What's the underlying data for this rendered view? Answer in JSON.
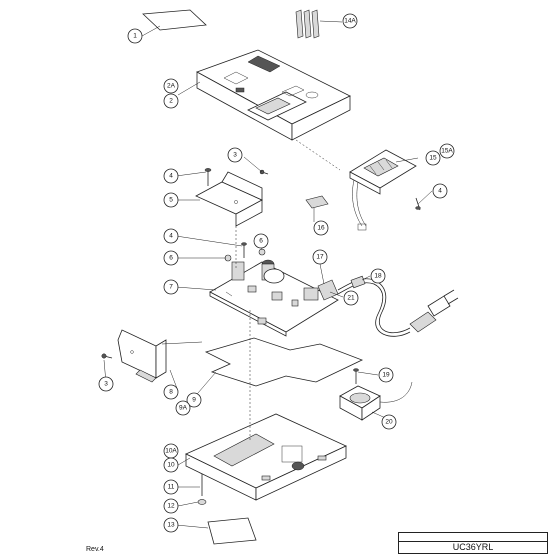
{
  "callouts": [
    {
      "label": "1"
    },
    {
      "label": "14A"
    },
    {
      "label": "2A"
    },
    {
      "label": "2"
    },
    {
      "label": "3"
    },
    {
      "label": "4"
    },
    {
      "label": "15"
    },
    {
      "label": "15A"
    },
    {
      "label": "4"
    },
    {
      "label": "5"
    },
    {
      "label": "16"
    },
    {
      "label": "4"
    },
    {
      "label": "6"
    },
    {
      "label": "6"
    },
    {
      "label": "17"
    },
    {
      "label": "18"
    },
    {
      "label": "7"
    },
    {
      "label": "21"
    },
    {
      "label": "3"
    },
    {
      "label": "8"
    },
    {
      "label": "19"
    },
    {
      "label": "9"
    },
    {
      "label": "9A"
    },
    {
      "label": "20"
    },
    {
      "label": "10A"
    },
    {
      "label": "10"
    },
    {
      "label": "11"
    },
    {
      "label": "12"
    },
    {
      "label": "13"
    }
  ],
  "footer": {
    "revision": "Rev.4",
    "model_header": " ",
    "model_name": "UC36YRL"
  }
}
